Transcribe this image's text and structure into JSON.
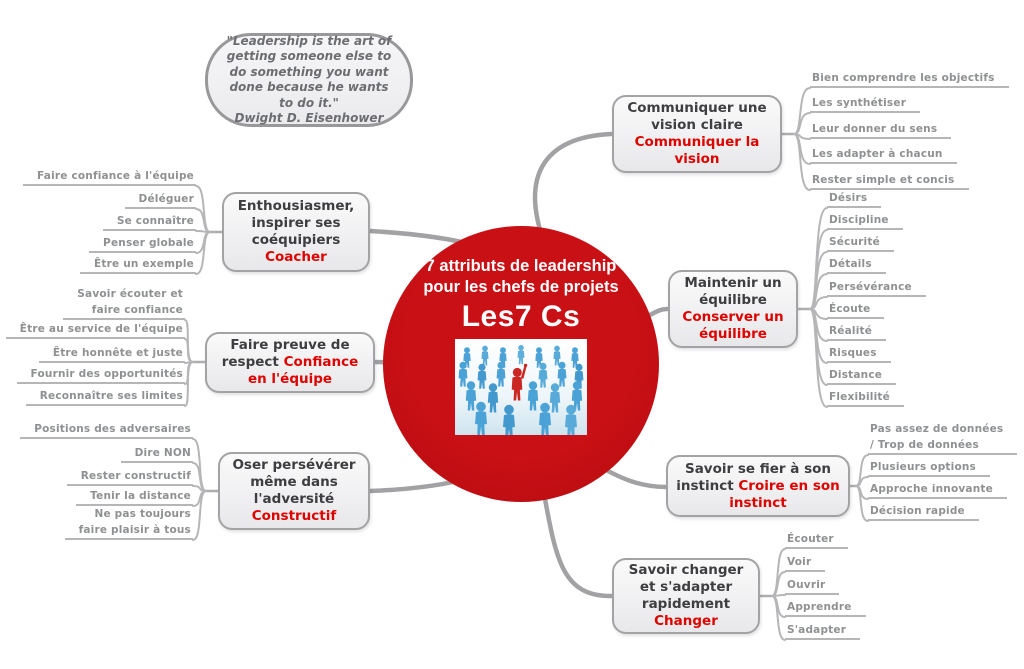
{
  "quote": {
    "text": "\"Leadership is the art of getting someone else to do something you want done because he wants to do it.\"",
    "author": "Dwight D. Eisenhower"
  },
  "center": {
    "title": "7 attributs de leadership pour les chefs de projets",
    "subtitle": "Les7 Cs",
    "image": "crowd-of-blue-figures-with-red-leader-raising-hand"
  },
  "colors": {
    "center_red": "#c00d12",
    "accent_red": "#dd0400",
    "box_fill": "#ececee",
    "box_border": "#a3a3a5",
    "connector_gray": "#a2a2a4",
    "subtopic_gray": "#8e9092",
    "figure_blue": "#4aa2d6",
    "figure_red": "#cc2823"
  },
  "branches": [
    {
      "title": "Communiquer une vision claire",
      "keyword": "Communiquer la vision",
      "children": [
        "Bien comprendre les objectifs",
        "Les synthétiser",
        "Leur donner du sens",
        "Les adapter à chacun",
        "Rester simple et concis"
      ]
    },
    {
      "title": "Maintenir un équilibre",
      "keyword": "Conserver un équilibre",
      "children": [
        "Désirs",
        "Discipline",
        "Sécurité",
        "Détails",
        "Persévérance",
        "Écoute",
        "Réalité",
        "Risques",
        "Distance",
        "Flexibilité"
      ]
    },
    {
      "title": "Savoir se fier à son instinct",
      "keyword": "Croire en son instinct",
      "children": [
        "Pas assez de données\n/ Trop de données",
        "Plusieurs options",
        "Approche innovante",
        "Décision rapide"
      ]
    },
    {
      "title": "Savoir changer et s'adapter rapidement",
      "keyword": "Changer",
      "children": [
        "Écouter",
        "Voir",
        "Ouvrir",
        "Apprendre",
        "S'adapter"
      ]
    },
    {
      "title": "Enthousiasmer, inspirer ses coéquipiers",
      "keyword": "Coacher",
      "children": [
        "Faire confiance à l'équipe",
        "Déléguer",
        "Se connaître",
        "Penser globale",
        "Être un exemple"
      ]
    },
    {
      "title": "Faire preuve de respect",
      "keyword": "Confiance en l'équipe",
      "children": [
        "Savoir écouter et\nfaire confiance",
        "Être au service de l'équipe",
        "Être honnête et juste",
        "Fournir des opportunités",
        "Reconnaître ses limites"
      ]
    },
    {
      "title": "Oser persévérer même dans l'adversité",
      "keyword": "Constructif",
      "children": [
        "Positions des adversaires",
        "Dire NON",
        "Rester constructif",
        "Tenir la distance",
        "Ne pas toujours\nfaire plaisir à tous"
      ]
    }
  ]
}
